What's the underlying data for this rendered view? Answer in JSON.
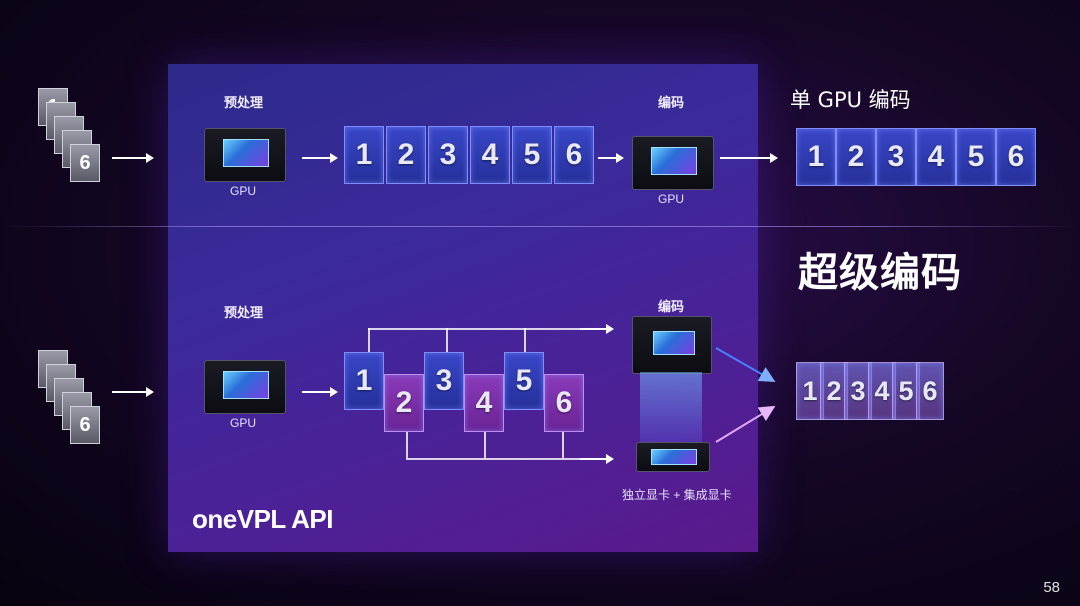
{
  "labels": {
    "preprocess": "预处理",
    "encode": "编码",
    "gpu": "GPU",
    "single_title": "单 GPU 编码",
    "super_title": "超级编码",
    "dual_gpu": "独立显卡 + 集成显卡",
    "api_title": "oneVPL API",
    "page_number": "58"
  },
  "frames": [
    "1",
    "2",
    "3",
    "4",
    "5",
    "6"
  ],
  "stack_top": "1",
  "stack_bottom": "6"
}
